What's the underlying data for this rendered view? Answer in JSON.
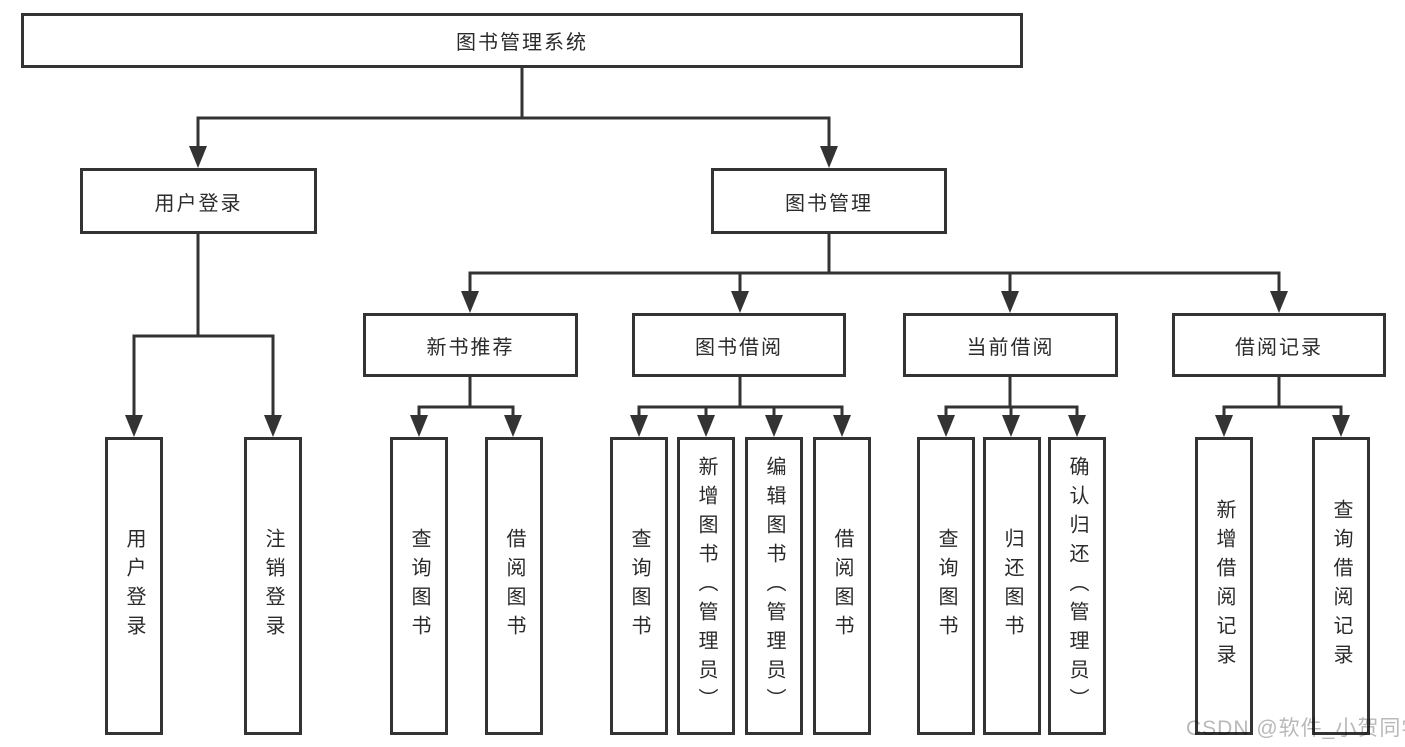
{
  "nodes": {
    "root": "图书管理系统",
    "user_login": "用户登录",
    "book_mgmt": "图书管理",
    "new_book_rec": "新书推荐",
    "book_borrow": "图书借阅",
    "current_borrow": "当前借阅",
    "borrow_records": "借阅记录",
    "leaf_user_login": "用户登录",
    "leaf_logout": "注销登录",
    "leaf_nbr_query": "查询图书",
    "leaf_nbr_borrow": "借阅图书",
    "leaf_bb_query": "查询图书",
    "leaf_bb_add": "新增图书（管理员）",
    "leaf_bb_edit": "编辑图书（管理员）",
    "leaf_bb_borrow": "借阅图书",
    "leaf_cb_query": "查询图书",
    "leaf_cb_return": "归还图书",
    "leaf_cb_confirm": "确认归还（管理员）",
    "leaf_br_add": "新增借阅记录",
    "leaf_br_query": "查询借阅记录"
  },
  "watermark": "CSDN @软件_小贺同学",
  "colors": {
    "line": "#333333",
    "text": "#2b2b2b",
    "background": "#ffffff",
    "watermark": "#b9b9b9"
  }
}
